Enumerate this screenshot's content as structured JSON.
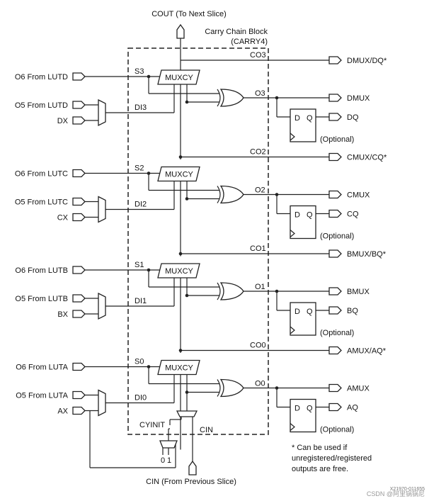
{
  "header": {
    "cout_label": "COUT (To Next Slice)",
    "block_title_line1": "Carry Chain Block",
    "block_title_line2": "(CARRY4)"
  },
  "footer": {
    "cin_label": "CIN (From Previous Slice)",
    "cyinit_label": "CYINIT",
    "cin_short": "CIN",
    "mux_sel_0": "0",
    "mux_sel_1": "1",
    "note_line1": "* Can be used if",
    "note_line2": "unregistered/registered",
    "note_line3": "outputs are free.",
    "fig_id": "X21970-011655",
    "watermark": "CSDN @阿里锅锅尼"
  },
  "common": {
    "muxcy": "MUXCY",
    "ff_d": "D",
    "ff_q": "Q",
    "optional": "(Optional)"
  },
  "stages": [
    {
      "o6": "O6 From LUTD",
      "o5": "O5 From LUTD",
      "x": "DX",
      "s": "S3",
      "di": "DI3",
      "co": "CO3",
      "o": "O3",
      "mux_out": "DMUX/DQ*",
      "xor_out": "DMUX",
      "q_out": "DQ"
    },
    {
      "o6": "O6 From LUTC",
      "o5": "O5 From LUTC",
      "x": "CX",
      "s": "S2",
      "di": "DI2",
      "co": "CO2",
      "o": "O2",
      "mux_out": "CMUX/CQ*",
      "xor_out": "CMUX",
      "q_out": "CQ"
    },
    {
      "o6": "O6 From LUTB",
      "o5": "O5 From LUTB",
      "x": "BX",
      "s": "S1",
      "di": "DI1",
      "co": "CO1",
      "o": "O1",
      "mux_out": "BMUX/BQ*",
      "xor_out": "BMUX",
      "q_out": "BQ"
    },
    {
      "o6": "O6 From LUTA",
      "o5": "O5 From LUTA",
      "x": "AX",
      "s": "S0",
      "di": "DI0",
      "co": "CO0",
      "o": "O0",
      "mux_out": "AMUX/AQ*",
      "xor_out": "AMUX",
      "q_out": "AQ"
    }
  ]
}
